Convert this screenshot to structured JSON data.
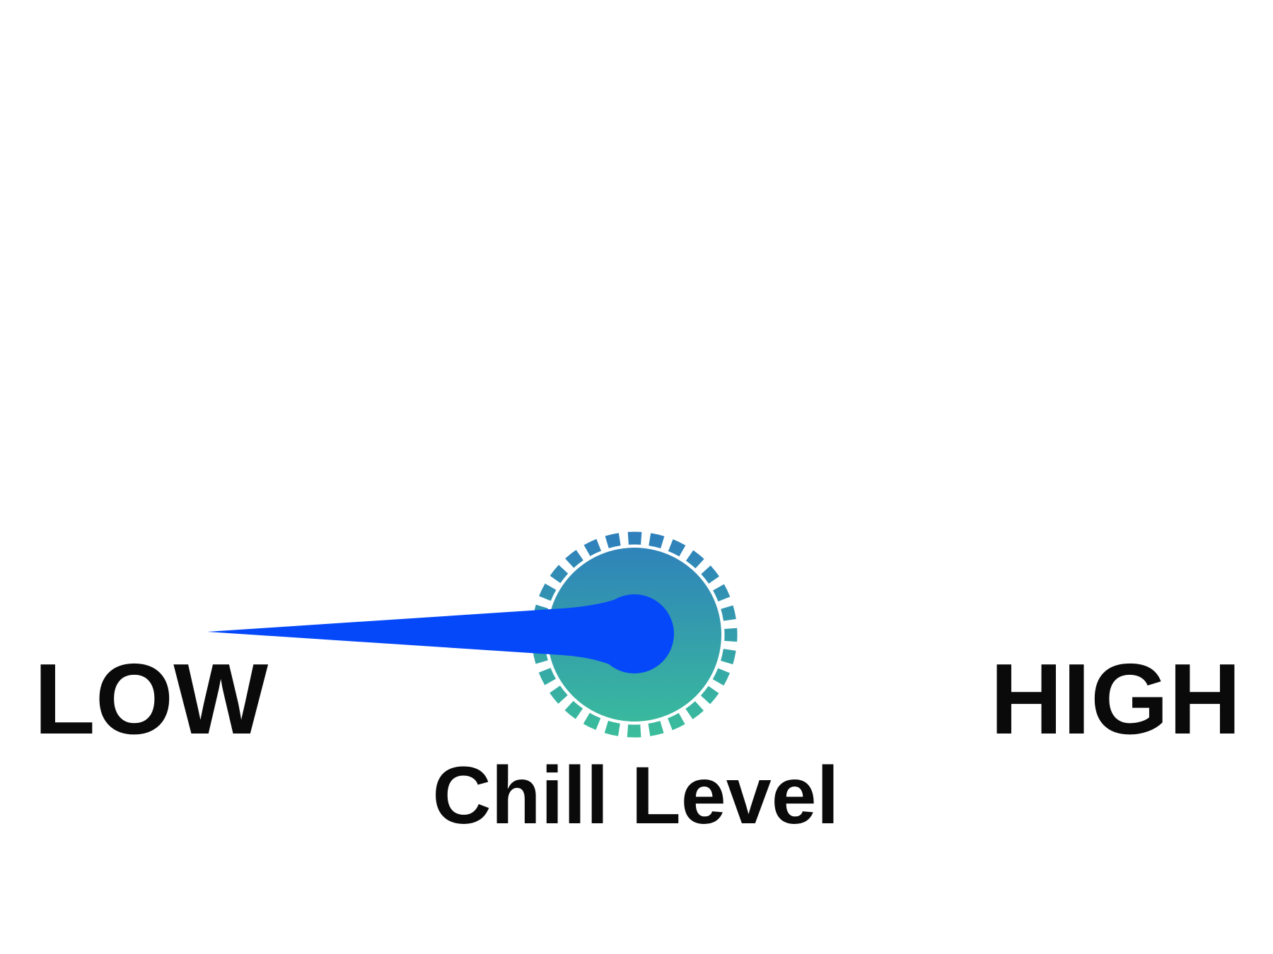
{
  "page": {
    "background": "#ffffff"
  },
  "gauge": {
    "title": "Chill Level",
    "low_label": "LOW",
    "high_label": "HIGH",
    "needle_points_to": "LOW",
    "colors": {
      "needle": "#0548fa",
      "dial_gradient_top": "#2e7ebc",
      "dial_gradient_bottom": "#3abe9b",
      "label_text": "#0a0a0a"
    }
  }
}
